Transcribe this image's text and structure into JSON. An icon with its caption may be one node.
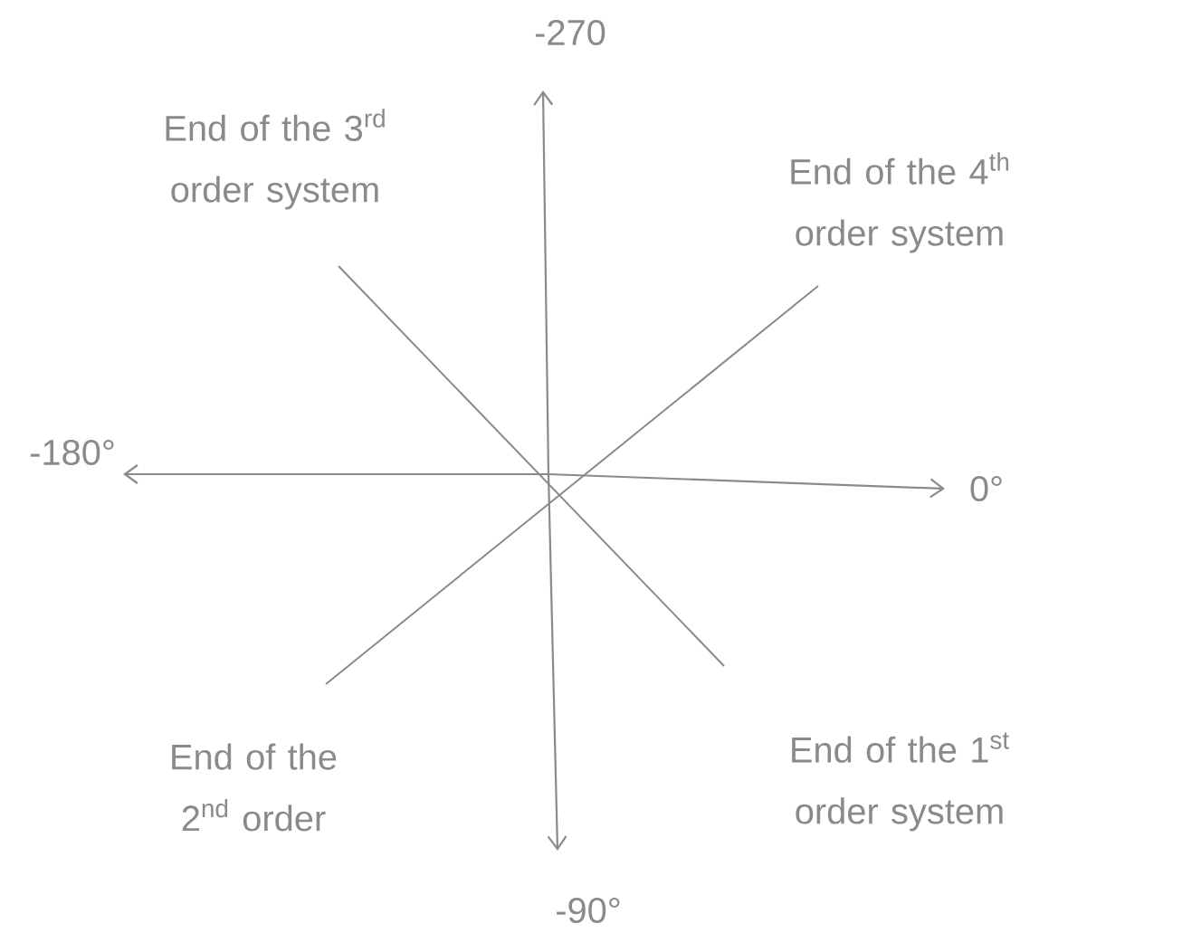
{
  "diagram": {
    "labels": [
      "-270",
      "End of the 3$^{rd}$ order system",
      "End of the 4$^{th}$ order system",
      "-180°",
      "0°",
      "End of the 2$^{nd}$ order",
      "End of the 1$^{st}$ order system",
      "-90°"
    ]
  }
}
